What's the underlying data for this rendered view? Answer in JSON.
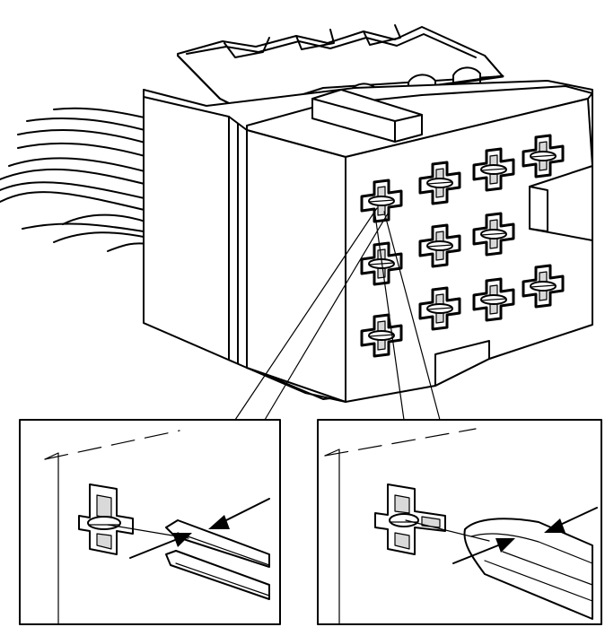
{
  "figure": {
    "subject": "multi-pin-wiring-connector-terminal-release",
    "views": [
      {
        "id": "main",
        "content": "connector-block-with-terminal-grid"
      },
      {
        "id": "detail-left",
        "content": "terminal-release-with-flat-tool"
      },
      {
        "id": "detail-right",
        "content": "terminal-release-with-tapered-tool"
      }
    ],
    "terminal_grid": {
      "rows": 3,
      "columns": 4,
      "missing_cavities": 1
    },
    "line_color": "#000000",
    "fill_color": "#ffffff",
    "shade_color": "#d9d9d9"
  }
}
